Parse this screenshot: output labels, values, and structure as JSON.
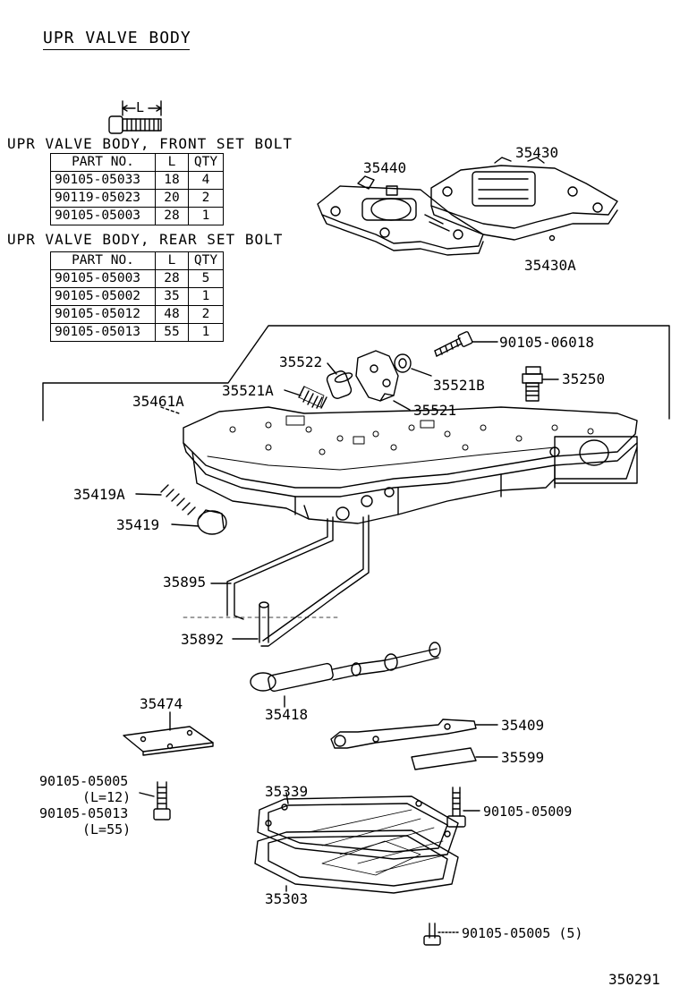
{
  "title": "UPR VALVE BODY",
  "bolt_dimension_label": "L",
  "front_table": {
    "title": "UPR VALVE BODY, FRONT SET BOLT",
    "headers": [
      "PART NO.",
      "L",
      "QTY"
    ],
    "rows": [
      [
        "90105-05033",
        "18",
        "4"
      ],
      [
        "90119-05023",
        "20",
        "2"
      ],
      [
        "90105-05003",
        "28",
        "1"
      ]
    ]
  },
  "rear_table": {
    "title": "UPR VALVE BODY, REAR SET BOLT",
    "headers": [
      "PART NO.",
      "L",
      "QTY"
    ],
    "rows": [
      [
        "90105-05003",
        "28",
        "5"
      ],
      [
        "90105-05002",
        "35",
        "1"
      ],
      [
        "90105-05012",
        "48",
        "2"
      ],
      [
        "90105-05013",
        "55",
        "1"
      ]
    ]
  },
  "callouts": {
    "p35440": "35440",
    "p35430": "35430",
    "p35430A": "35430A",
    "p35522": "35522",
    "p35521A": "35521A",
    "p35521B": "35521B",
    "p35521": "35521",
    "p90105_06018": "90105-06018",
    "p35250": "35250",
    "p35461A": "35461A",
    "p35419A": "35419A",
    "p35419": "35419",
    "p35895": "35895",
    "p35892": "35892",
    "p35418": "35418",
    "p35409": "35409",
    "p35474": "35474",
    "p35599": "35599",
    "p90105_05005": "90105-05005",
    "p_l12": "(L=12)",
    "p90105_05013": "90105-05013",
    "p_l55": "(L=55)",
    "p35339": "35339",
    "p90105_05009": "90105-05009",
    "p35303": "35303",
    "p90105_05005_5": "90105-05005 (5)"
  },
  "figure_number": "350291"
}
